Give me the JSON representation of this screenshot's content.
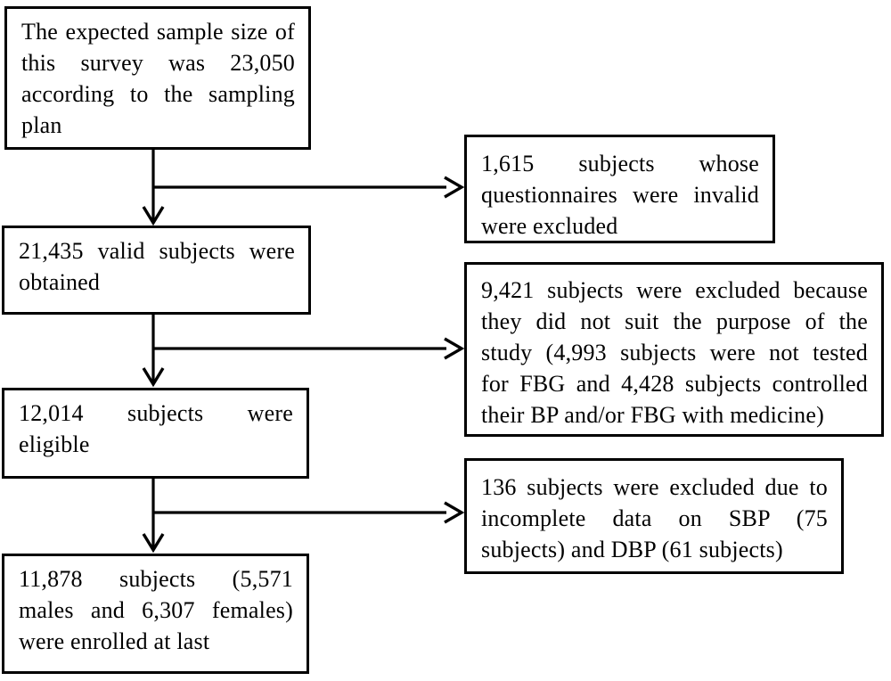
{
  "figure": {
    "type": "flowchart",
    "background_color": "#ffffff",
    "line_color": "#000000",
    "text_color": "#000000",
    "main_flow": [
      {
        "id": "expected-sample",
        "lines": [
          "The expected sample size of",
          "this survey was 23,050",
          "according to the sampling",
          "plan"
        ]
      },
      {
        "id": "valid-subjects",
        "lines": [
          "21,435 valid subjects were",
          "obtained"
        ]
      },
      {
        "id": "eligible-subjects",
        "lines": [
          "12,014 subjects were",
          "eligible"
        ]
      },
      {
        "id": "enrolled-subjects",
        "lines": [
          "11,878 subjects (5,571",
          "males and 6,307 females)",
          "were enrolled at last"
        ]
      }
    ],
    "exclusions": [
      {
        "id": "invalid-questionnaires",
        "lines": [
          "1,615 subjects whose",
          "questionnaires were invalid",
          "were excluded"
        ]
      },
      {
        "id": "unsuitable-subjects",
        "lines": [
          "9,421 subjects were excluded because",
          "they did not suit the purpose of the",
          "study (4,993 subjects were not tested",
          "for FBG and 4,428 subjects controlled",
          "their BP and/or FBG with medicine)"
        ]
      },
      {
        "id": "incomplete-bp-data",
        "lines": [
          "136 subjects were excluded due to",
          "incomplete data on SBP (75",
          "subjects) and DBP (61 subjects)"
        ]
      }
    ]
  }
}
